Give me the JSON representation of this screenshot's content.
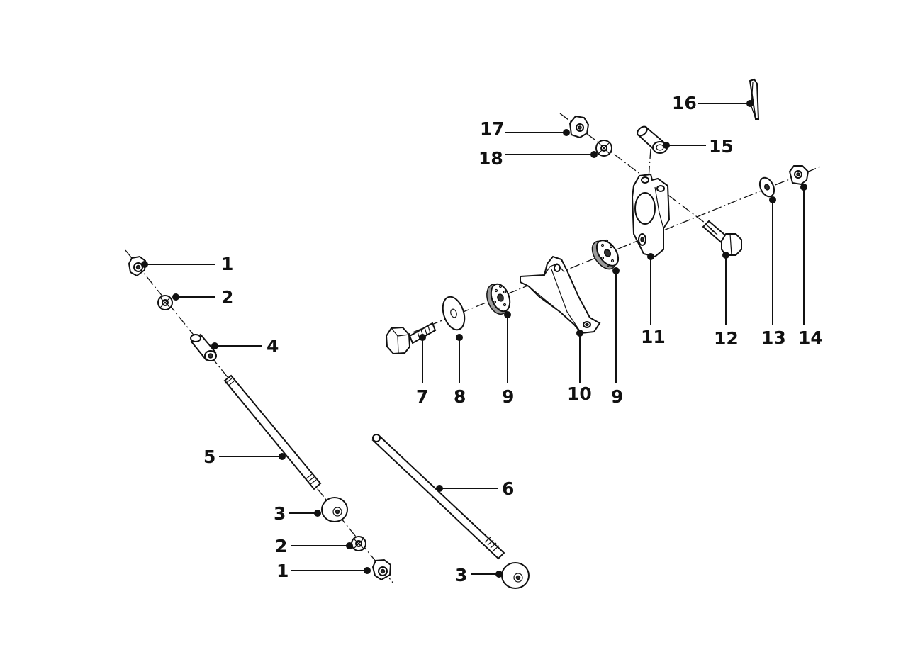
{
  "diagram": {
    "callouts": [
      {
        "id": "c1a",
        "text": "1"
      },
      {
        "id": "c2a",
        "text": "2"
      },
      {
        "id": "c4",
        "text": "4"
      },
      {
        "id": "c5",
        "text": "5"
      },
      {
        "id": "c3a",
        "text": "3"
      },
      {
        "id": "c2b",
        "text": "2"
      },
      {
        "id": "c1b",
        "text": "1"
      },
      {
        "id": "c6",
        "text": "6"
      },
      {
        "id": "c3b",
        "text": "3"
      },
      {
        "id": "c7",
        "text": "7"
      },
      {
        "id": "c8",
        "text": "8"
      },
      {
        "id": "c9a",
        "text": "9"
      },
      {
        "id": "c10",
        "text": "10"
      },
      {
        "id": "c9b",
        "text": "9"
      },
      {
        "id": "c11",
        "text": "11"
      },
      {
        "id": "c12",
        "text": "12"
      },
      {
        "id": "c13",
        "text": "13"
      },
      {
        "id": "c14",
        "text": "14"
      },
      {
        "id": "c15",
        "text": "15"
      },
      {
        "id": "c16",
        "text": "16"
      },
      {
        "id": "c17",
        "text": "17"
      },
      {
        "id": "c18",
        "text": "18"
      }
    ]
  }
}
